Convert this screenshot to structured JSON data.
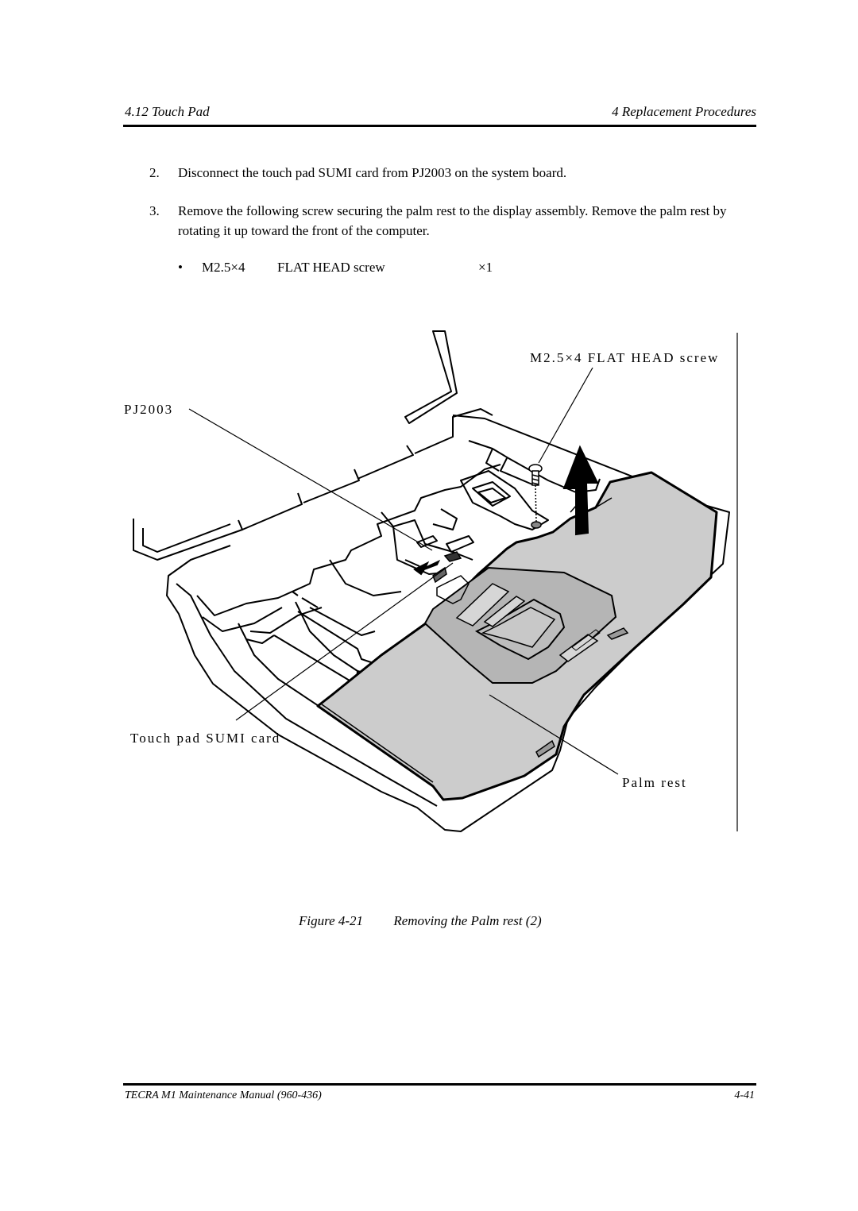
{
  "header": {
    "section": "4.12  Touch Pad",
    "chapter": "4 Replacement Procedures"
  },
  "steps": [
    {
      "number": "2.",
      "text": "Disconnect the touch pad SUMI card from PJ2003 on the system board."
    },
    {
      "number": "3.",
      "text": "Remove the following screw securing the palm rest to the display assembly. Remove the palm rest by rotating it up toward the front of the computer."
    }
  ],
  "screw_list": [
    {
      "bullet": "•",
      "size": "M2.5×4",
      "type": "FLAT HEAD screw",
      "qty": "×1"
    }
  ],
  "figure": {
    "callouts": {
      "screw": "M2.5×4  FLAT HEAD screw",
      "connector": "PJ2003",
      "card": "Touch pad SUMI card",
      "palm_rest": "Palm rest"
    },
    "caption_number": "Figure 4-21",
    "caption_title": "Removing the Palm rest (2)"
  },
  "footer": {
    "manual": "TECRA M1 Maintenance Manual (960-436)",
    "page": "4-41"
  }
}
